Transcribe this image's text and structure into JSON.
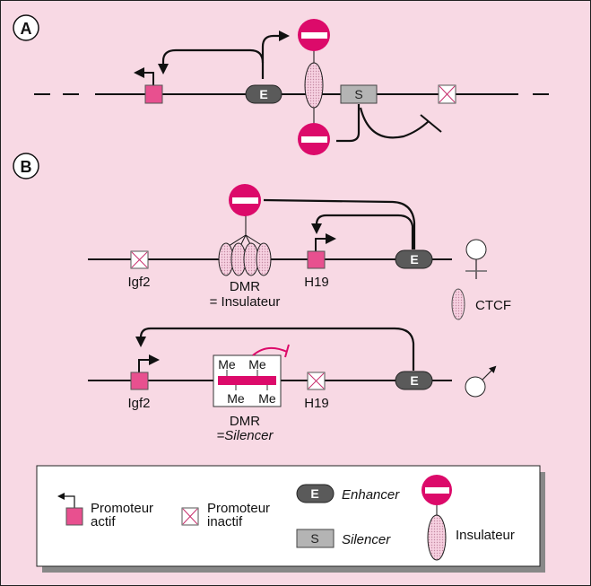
{
  "panels": {
    "a": {
      "label": "A"
    },
    "b": {
      "label": "B"
    }
  },
  "panel_a": {
    "enhancer_label": "E",
    "silencer_label": "S"
  },
  "panel_b_maternal": {
    "igf2_label": "Igf2",
    "dmr_label": "DMR",
    "dmr_role": "= Insulateur",
    "h19_label": "H19",
    "enhancer_label": "E",
    "sex_symbol": "female",
    "ctcf_label": "CTCF"
  },
  "panel_b_paternal": {
    "igf2_label": "Igf2",
    "methyl_labels": [
      "Me",
      "Me",
      "Me",
      "Me"
    ],
    "dmr_label": "DMR",
    "dmr_role": "=Silencer",
    "h19_label": "H19",
    "enhancer_label": "E",
    "sex_symbol": "male"
  },
  "legend": {
    "active_promoter": [
      "Promoteur",
      "actif"
    ],
    "inactive_promoter": [
      "Promoteur",
      "inactif"
    ],
    "enhancer_mark": "E",
    "enhancer_label": "Enhancer",
    "silencer_mark": "S",
    "silencer_label": "Silencer",
    "insulator_label": "Insulateur"
  },
  "colors": {
    "background": "#f8d9e4",
    "active_promoter": "#e8508f",
    "insulator_sign": "#dc0a6a",
    "enhancer": "#5a5a5a",
    "silencer": "#b4b4b4",
    "ctcf_fill": "#f2c3d6"
  }
}
